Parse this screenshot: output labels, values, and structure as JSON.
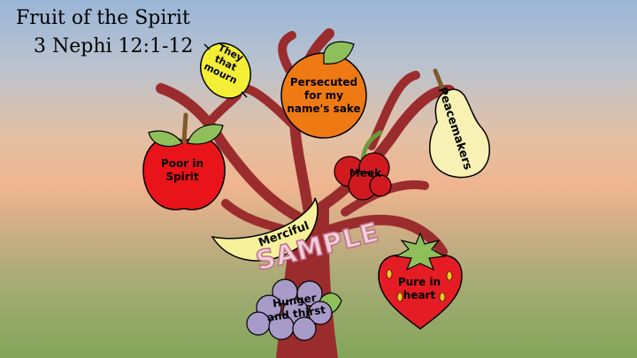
{
  "slide": {
    "title_line1": "Fruit of the Spirit",
    "title_line2": "3 Nephi 12:1-12",
    "watermark": "SAMPLE"
  },
  "fruits": {
    "mourn": "They\nthat\nmourn",
    "persecuted": "Persecuted\nfor my\nname's sake",
    "peacemakers": "Peacemakers",
    "poor": "Poor in\nSpirit",
    "meek": "Meek",
    "merciful": "Merciful",
    "pure": "Pure in\nheart",
    "hunger": "Hunger\nand thirst"
  },
  "colors": {
    "trunk": "#9b2c2e",
    "apple": "#e8141a",
    "orange": "#ef7a14",
    "lemon": "#f3ee36",
    "pear": "#f7f1b4",
    "cherry": "#d01a1f",
    "banana": "#f6f19a",
    "strawberry": "#e61c24",
    "grape": "#a89bc9",
    "leaf": "#8fbf5a"
  }
}
